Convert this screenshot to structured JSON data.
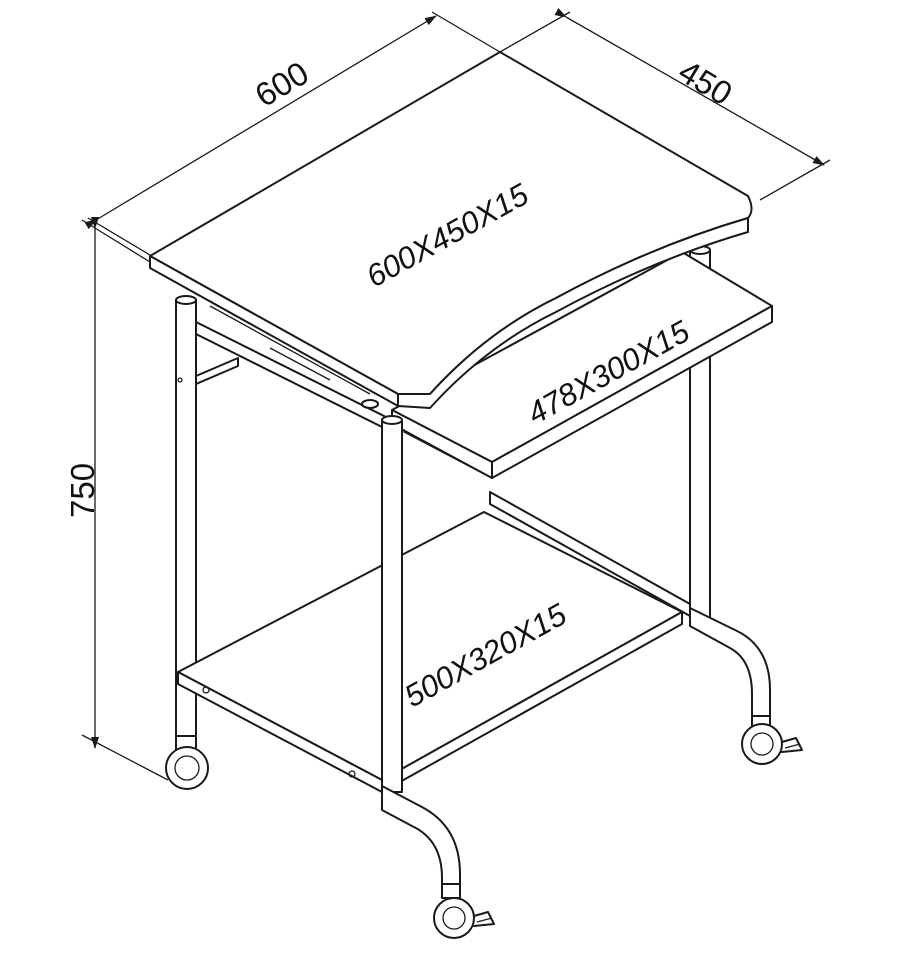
{
  "dimensions": {
    "width": "600",
    "depth": "450",
    "height": "750"
  },
  "parts": {
    "top_panel": "600X450X15",
    "keyboard_tray": "478X300X15",
    "bottom_shelf": "500X320X15"
  },
  "colors": {
    "line": "#1a1a1a",
    "background": "#ffffff"
  }
}
